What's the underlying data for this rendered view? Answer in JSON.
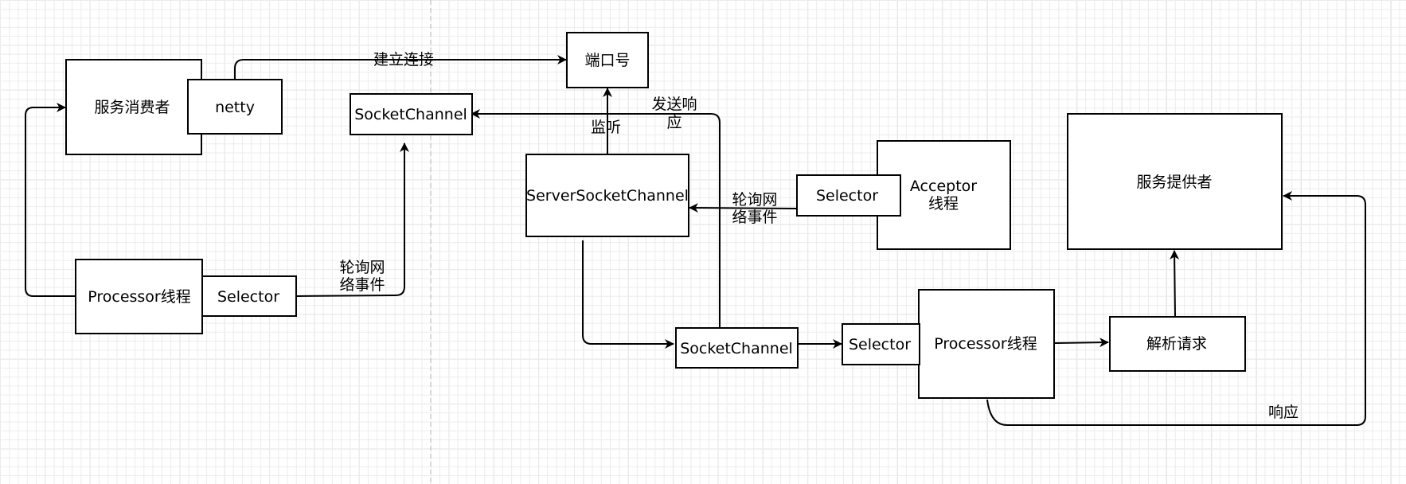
{
  "nodes": {
    "consumer": "服务消费者",
    "netty": "netty",
    "port": "端口号",
    "client_socket_channel": "SocketChannel",
    "server_socket_channel": "ServerSocketChannel",
    "acceptor_selector": "Selector",
    "acceptor": [
      "Acceptor",
      "线程"
    ],
    "provider": "服务提供者",
    "client_processor": "Processor线程",
    "client_selector": "Selector",
    "server_socket_channel_2": "SocketChannel",
    "server_selector": "Selector",
    "server_processor": "Processor线程",
    "parse_request": "解析请求"
  },
  "edge_labels": {
    "connect": "建立连接",
    "listen": "监听",
    "send_response": [
      "发送响",
      "应"
    ],
    "poll_server": [
      "轮询网",
      "络事件"
    ],
    "poll_client": [
      "轮询网",
      "络事件"
    ],
    "response": "响应"
  }
}
